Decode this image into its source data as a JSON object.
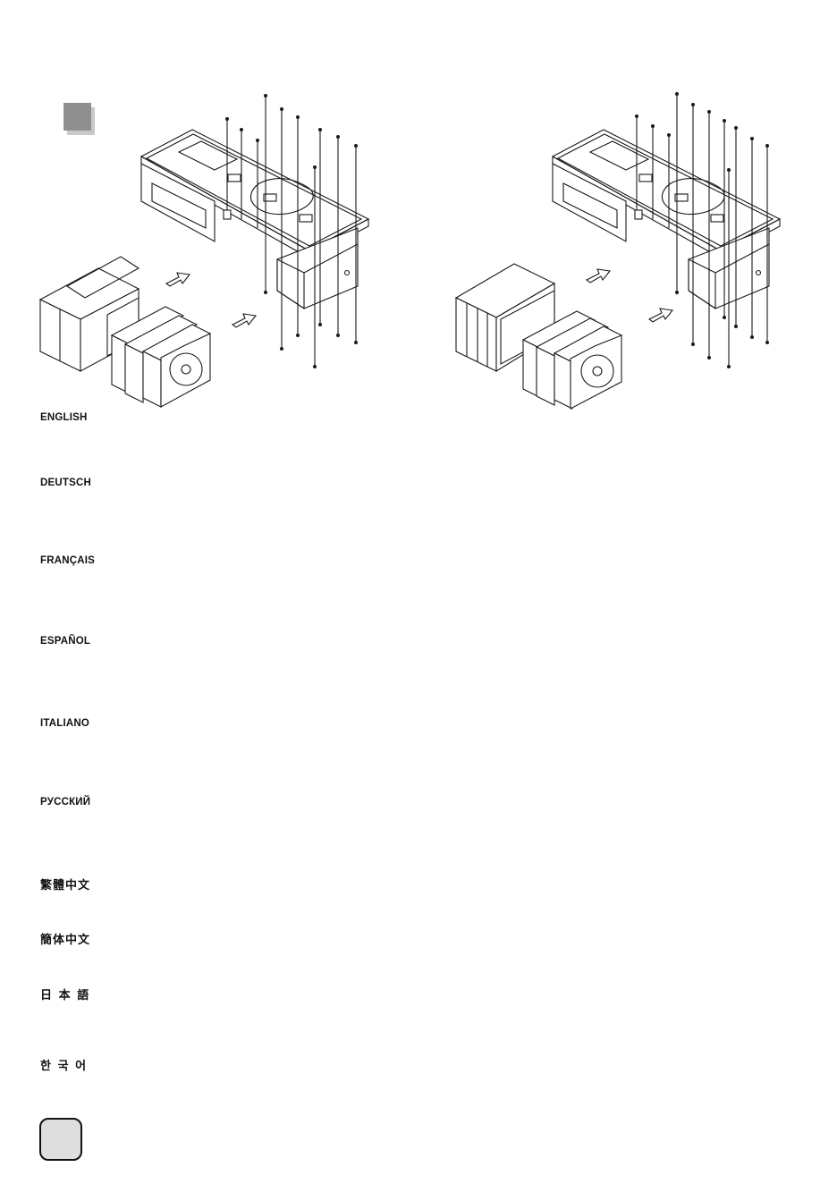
{
  "languages": [
    {
      "label": "ENGLISH"
    },
    {
      "label": "DEUTSCH"
    },
    {
      "label": "FRANÇAIS"
    },
    {
      "label": "ESPAÑOL"
    },
    {
      "label": "ITALIANO"
    },
    {
      "label": "РУССКИЙ"
    },
    {
      "label": "繁體中文"
    },
    {
      "label": "簡体中文"
    },
    {
      "label": "日 本 語"
    },
    {
      "label": "한 국 어"
    }
  ],
  "step_badge": {
    "color": "#8f8f8f",
    "shadow_color": "#c9c9c9"
  },
  "page_tab": {
    "color": "#dedede"
  }
}
